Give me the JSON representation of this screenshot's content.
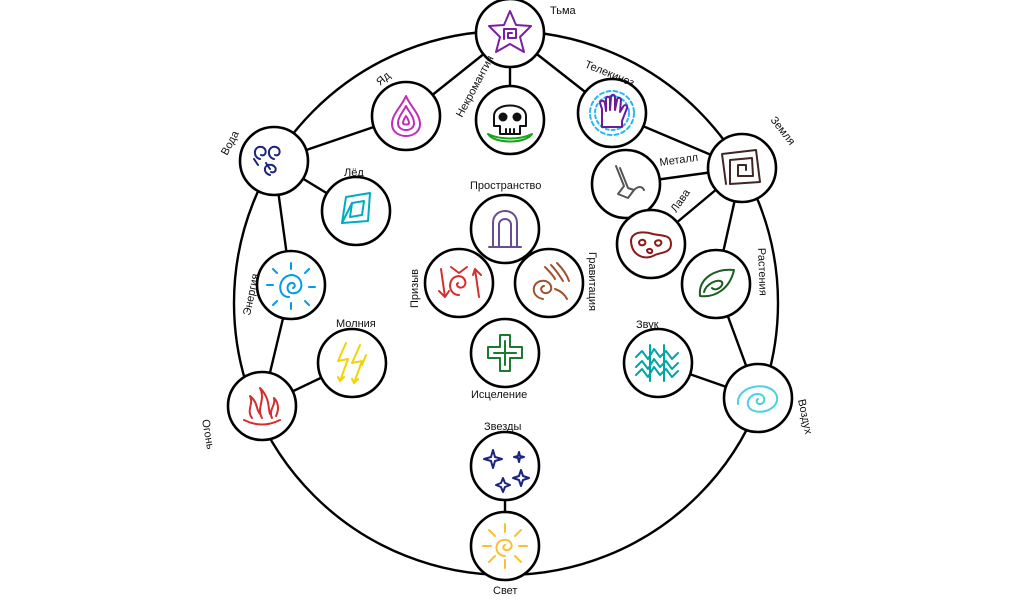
{
  "nodes": {
    "tma": {
      "label": "Тьма",
      "color": "#7b1fa2",
      "icon": "star-spiral-icon"
    },
    "yad": {
      "label": "Яд",
      "color": "#c02db8",
      "icon": "poison-drop-icon"
    },
    "nekromantiya": {
      "label": "Некромантия",
      "color": "#111111",
      "icon": "skull-icon"
    },
    "telekinez": {
      "label": "Телекинез",
      "color": "#6a1b9a",
      "icon": "hand-icon"
    },
    "voda": {
      "label": "Вода",
      "color": "#1a237e",
      "icon": "water-swirl-icon"
    },
    "zemlya": {
      "label": "Земля",
      "color": "#3e2723",
      "icon": "earth-square-spiral-icon"
    },
    "metall": {
      "label": "Металл",
      "color": "#555555",
      "icon": "metal-pickaxe-icon"
    },
    "led": {
      "label": "Лёд",
      "color": "#00acc1",
      "icon": "ice-crystal-icon"
    },
    "lava": {
      "label": "Лава",
      "color": "#8b1a1a",
      "icon": "lava-blob-icon"
    },
    "prostranstvo": {
      "label": "Пространство",
      "color": "#6a4c93",
      "icon": "portal-arch-icon"
    },
    "prizyv": {
      "label": "Призыв",
      "color": "#d32f2f",
      "icon": "summon-spiral-icon"
    },
    "gravitaciya": {
      "label": "Гравитация",
      "color": "#a0522d",
      "icon": "gravity-swirl-icon"
    },
    "energiya": {
      "label": "Энергия",
      "color": "#039be5",
      "icon": "energy-sun-icon"
    },
    "rasteniya": {
      "label": "Растения",
      "color": "#1b5e20",
      "icon": "leaf-icon"
    },
    "molniya": {
      "label": "Молния",
      "color": "#f5d300",
      "icon": "lightning-icon"
    },
    "zvuk": {
      "label": "Звук",
      "color": "#00a6a6",
      "icon": "sound-wave-icon"
    },
    "iscelenie": {
      "label": "Исцеление",
      "color": "#1b7a2f",
      "icon": "healing-cross-icon"
    },
    "ogon": {
      "label": "Огонь",
      "color": "#d32f2f",
      "icon": "fire-icon"
    },
    "vozduh": {
      "label": "Воздух",
      "color": "#4dd0e1",
      "icon": "air-spiral-icon"
    },
    "zvezdy": {
      "label": "Звезды",
      "color": "#1a237e",
      "icon": "stars-icon"
    },
    "svet": {
      "label": "Свет",
      "color": "#fbc02d",
      "icon": "sun-icon"
    }
  }
}
